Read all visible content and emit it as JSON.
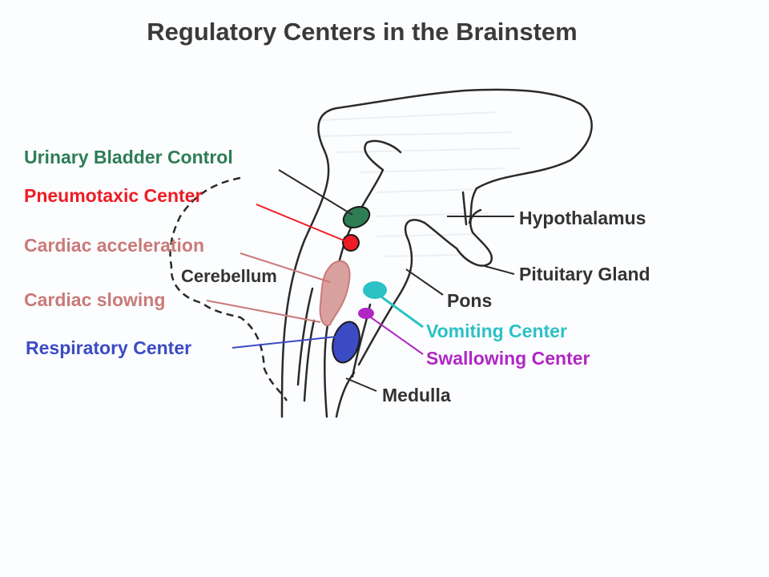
{
  "title": "Regulatory Centers in the Brainstem",
  "labels": {
    "urinary": "Urinary Bladder Control",
    "pneumotaxic": "Pneumotaxic Center",
    "cardiac_accel": "Cardiac acceleration",
    "cerebellum": "Cerebellum",
    "cardiac_slow": "Cardiac slowing",
    "respiratory": "Respiratory Center",
    "hypothalamus": "Hypothalamus",
    "pituitary": "Pituitary Gland",
    "pons": "Pons",
    "vomiting": "Vomiting Center",
    "swallowing": "Swallowing Center",
    "medulla": "Medulla"
  },
  "colors": {
    "urinary": "#2e7d55",
    "pneumotaxic": "#ee1c24",
    "cardiac": "#c97a78",
    "cardiac_fill": "#d9a19e",
    "respiratory": "#3b4bc3",
    "vomiting": "#2cc1c4",
    "swallowing": "#b026c4",
    "outline": "#2a2a2a",
    "dark_text": "#333333"
  }
}
